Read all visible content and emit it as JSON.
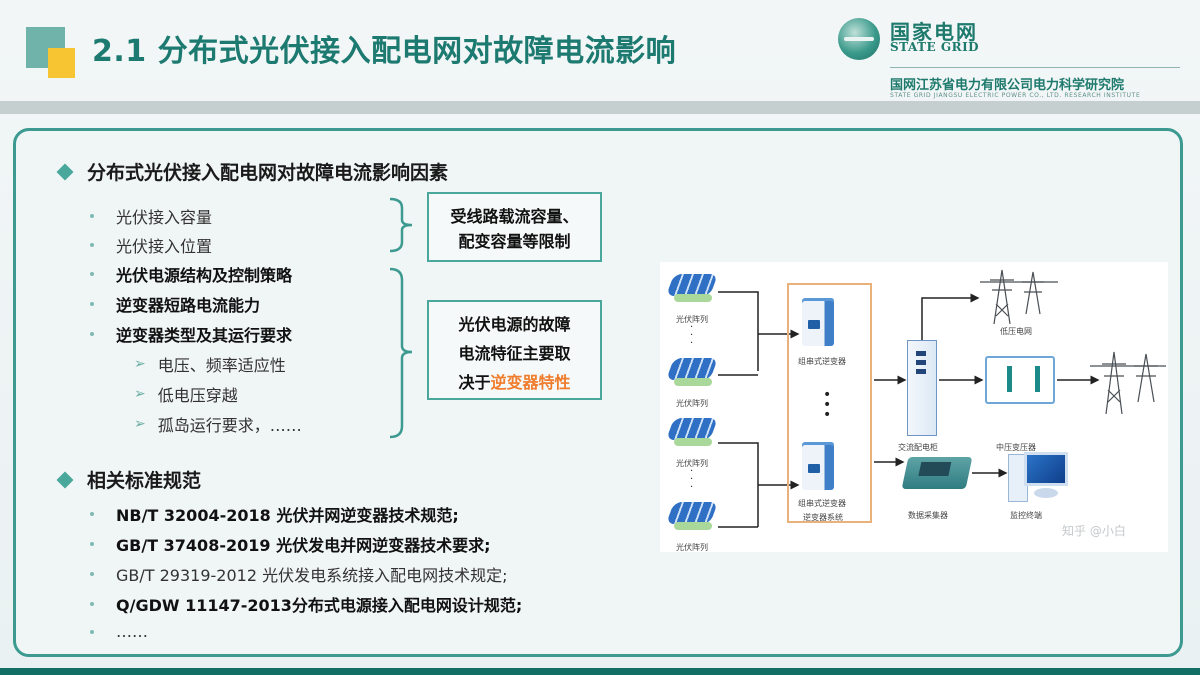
{
  "header": {
    "title": "2.1 分布式光伏接入配电网对故障电流影响",
    "logo": {
      "name_cn": "国家电网",
      "name_en": "STATE GRID",
      "institute_cn": "国网江苏省电力有限公司电力科学研究院",
      "institute_en": "STATE GRID JIANGSU ELECTRIC POWER CO., LTD. RESEARCH INSTITUTE"
    }
  },
  "colors": {
    "accent_teal": "#1d7a70",
    "accent_yellow": "#f7c531",
    "panel_border": "#3c9a90",
    "highlight_orange": "#ef7d2d"
  },
  "section1": {
    "heading": "分布式光伏接入配电网对故障电流影响因素",
    "group1": [
      {
        "label": "光伏接入容量",
        "bold": false
      },
      {
        "label": "光伏接入位置",
        "bold": false
      }
    ],
    "group1_callout": {
      "line1": "受线路载流容量、",
      "line2": "配变容量等限制"
    },
    "group2": [
      {
        "label": "光伏电源结构及控制策略",
        "bold": true
      },
      {
        "label": "逆变器短路电流能力",
        "bold": true
      },
      {
        "label": "逆变器类型及其运行要求",
        "bold": true
      }
    ],
    "group2_subitems": [
      "电压、频率适应性",
      "低电压穿越",
      "孤岛运行要求，……"
    ],
    "group2_callout": {
      "line1": "光伏电源的故障",
      "line2": "电流特征主要取",
      "line3_prefix": "决于",
      "line3_highlight": "逆变器特性"
    }
  },
  "section2": {
    "heading": "相关标准规范",
    "items": [
      {
        "label": "NB/T 32004-2018 光伏并网逆变器技术规范;",
        "bold": true
      },
      {
        "label": "GB/T 37408-2019 光伏发电并网逆变器技术要求;",
        "bold": true
      },
      {
        "label": "GB/T 29319-2012 光伏发电系统接入配电网技术规定;",
        "bold": false
      },
      {
        "label": "Q/GDW 11147-2013分布式电源接入配电网设计规范;",
        "bold": true
      },
      {
        "label": "……",
        "bold": false
      }
    ]
  },
  "diagram": {
    "pv_array_label": "光伏阵列",
    "string_inverter_label": "组串式逆变器",
    "inverter_system_label": "逆变器系统",
    "ac_cabinet_label": "交流配电柜",
    "transformer_label": "中压变压器",
    "lv_grid_label": "低压电网",
    "data_collector_label": "数据采集器",
    "monitor_label": "监控终端",
    "watermark": "知乎 @小白"
  }
}
